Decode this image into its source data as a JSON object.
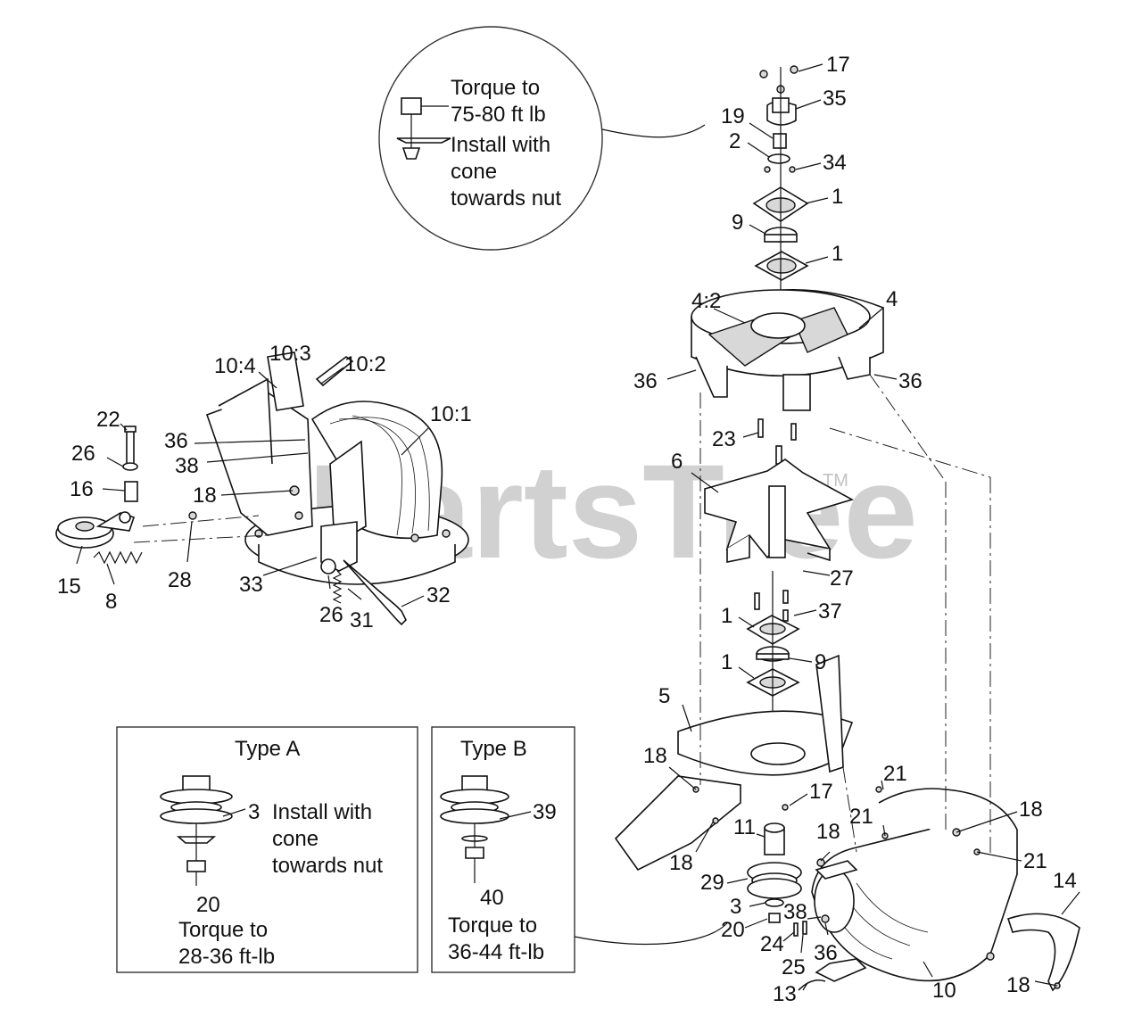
{
  "watermark": {
    "text": "PartsTree",
    "tm": "TM"
  },
  "callout_circle": {
    "torque_line1": "Torque to",
    "torque_line2": "75-80 ft lb",
    "install_line1": "Install with",
    "install_line2": "cone",
    "install_line3": "towards nut"
  },
  "type_a": {
    "title": "Type A",
    "part_top": "3",
    "part_bottom": "20",
    "install_line1": "Install with",
    "install_line2": "cone",
    "install_line3": "towards nut",
    "torque_line1": "Torque to",
    "torque_line2": "28-36 ft-lb"
  },
  "type_b": {
    "title": "Type B",
    "part_top": "39",
    "part_bottom": "40",
    "torque_line1": "Torque to",
    "torque_line2": "36-44 ft-lb"
  },
  "labels": {
    "p17a": "17",
    "p35": "35",
    "p19": "19",
    "p2": "2",
    "p34": "34",
    "p1a": "1",
    "p9a": "9",
    "p1b": "1",
    "p4_2": "4:2",
    "p4": "4",
    "p36a": "36",
    "p36b": "36",
    "p23": "23",
    "p6": "6",
    "p27": "27",
    "p37": "37",
    "p1c": "1",
    "p9b": "9",
    "p1d": "1",
    "p5": "5",
    "p18a": "18",
    "p17b": "17",
    "p21a": "21",
    "p18b": "18",
    "p21b": "21",
    "p18c": "18",
    "p21c": "21",
    "p11": "11",
    "p18d": "18",
    "p29": "29",
    "p14": "14",
    "p3": "3",
    "p38a": "38",
    "p20": "20",
    "p24": "24",
    "p36c": "36",
    "p25": "25",
    "p13": "13",
    "p10": "10",
    "p18e": "18",
    "p10_4": "10:4",
    "p10_3": "10:3",
    "p10_2": "10:2",
    "p10_1": "10:1",
    "p22": "22",
    "p36d": "36",
    "p26a": "26",
    "p38b": "38",
    "p16": "16",
    "p18f": "18",
    "p15": "15",
    "p28": "28",
    "p33": "33",
    "p8": "8",
    "p26b": "26",
    "p31": "31",
    "p32": "32"
  }
}
